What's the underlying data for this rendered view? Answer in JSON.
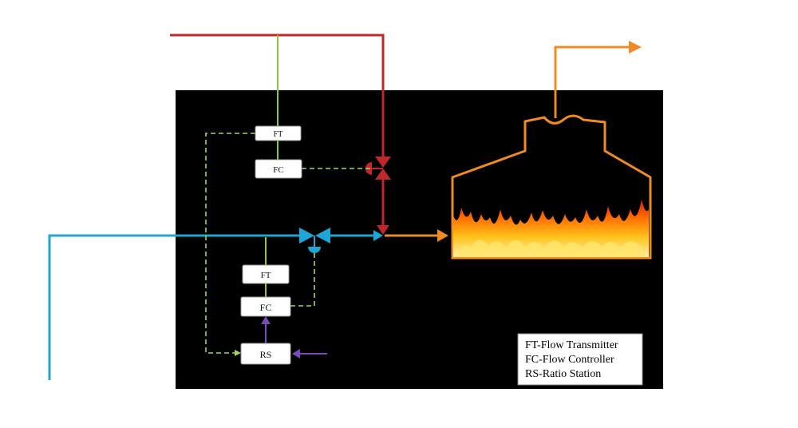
{
  "blocks": {
    "ft_top": "FT",
    "fc_top": "FC",
    "ft_bottom": "FT",
    "fc_bottom": "FC",
    "rs": "RS"
  },
  "legend": [
    "FT-Flow Transmitter",
    "FC-Flow Controller",
    "RS-Ratio Station"
  ],
  "colors": {
    "background_panel": "#000000",
    "fuel_line": "#c0282c",
    "air_line": "#1ea6d6",
    "outlet_line": "#f08a24",
    "signal_dashed": "#a4d65e",
    "signal_solid": "#8dc63f",
    "setpoint_arrow": "#7a4bb8",
    "furnace_outline": "#f08a24"
  },
  "icons": [
    "control-valve-icon",
    "actuator-icon",
    "flame-icon",
    "arrow-icon"
  ]
}
